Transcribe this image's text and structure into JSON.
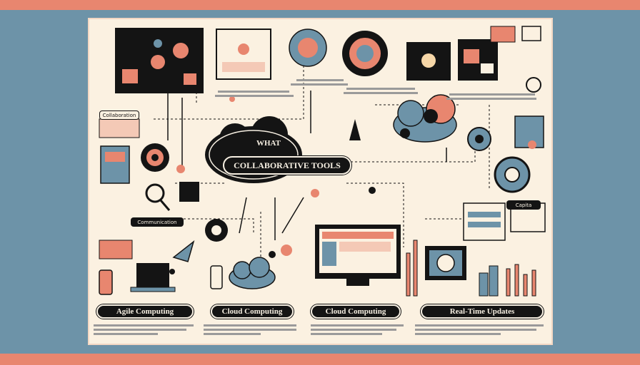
{
  "title": {
    "line1": "WHAT",
    "line2": "COLLABORATIVE TOOLS"
  },
  "tags": {
    "collaboration": "Collaboration",
    "communication": "Communication",
    "capita": "Capita"
  },
  "footer_pills": [
    {
      "label": "Agile Computing"
    },
    {
      "label": "Cloud Computing"
    },
    {
      "label": "Cloud Computing"
    },
    {
      "label": "Real-Time Updates"
    }
  ],
  "colors": {
    "background": "#6d93a8",
    "band": "#e8866f",
    "paper": "#fbf1e1",
    "ink": "#141414",
    "coral": "#e8866f",
    "slate": "#6d93a8"
  },
  "icons": [
    "gear-icon",
    "cloud-icon",
    "rocket-icon",
    "laptop-icon",
    "monitor-icon",
    "lightbulb-icon",
    "envelope-icon",
    "clock-icon",
    "magnifier-icon",
    "pencil-icon",
    "phone-icon"
  ]
}
